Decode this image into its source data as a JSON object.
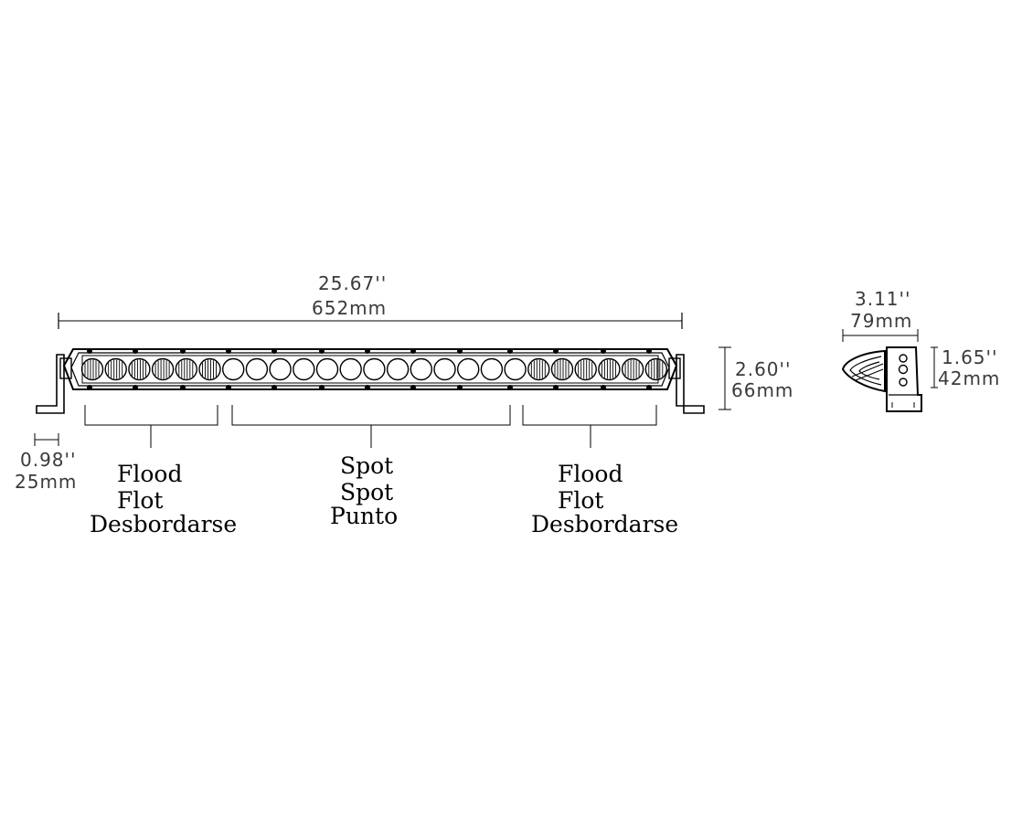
{
  "dimensions": {
    "overall_length_in": "25.67''",
    "overall_length_mm": "652mm",
    "height_in": "2.60''",
    "height_mm": "66mm",
    "bracket_in": "0.98''",
    "bracket_mm": "25mm",
    "side_width_in": "3.11''",
    "side_width_mm": "79mm",
    "side_height_in": "1.65''",
    "side_height_mm": "42mm"
  },
  "beam_groups": {
    "left": [
      "Flood",
      "Flot",
      "Desbordarse"
    ],
    "center": [
      "Spot",
      "Spot",
      "Punto"
    ],
    "right": [
      "Flood",
      "Flot",
      "Desbordarse"
    ]
  },
  "colors": {
    "line": "#000000",
    "dimension_text": "#3a3a3a",
    "background": "#ffffff"
  }
}
